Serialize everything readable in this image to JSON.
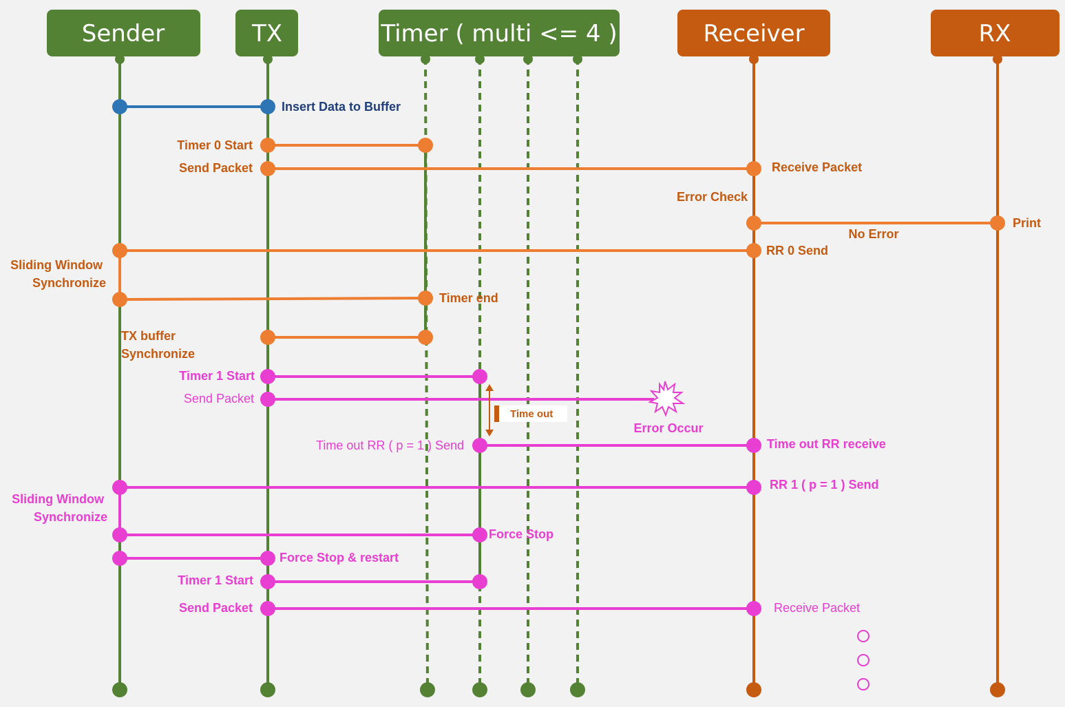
{
  "colors": {
    "background": "#f2f2f2",
    "green": "#548235",
    "dark_orange": "#c55a11",
    "orange": "#ed7d31",
    "blue": "#2e75b6",
    "magenta": "#e83ed1",
    "blue_text": "#1f3f7a",
    "orange_text": "#c55a11",
    "magenta_text": "#e83ed1"
  },
  "headers": {
    "sender": "Sender",
    "tx": "TX",
    "timer": "Timer ( multi <= 4 )",
    "receiver": "Receiver",
    "rx": "RX"
  },
  "labels": {
    "insert_data": "Insert Data to Buffer",
    "timer0_start": "Timer 0 Start",
    "send_packet_1": "Send Packet",
    "receive_packet_1": "Receive Packet",
    "error_check": "Error Check",
    "print": "Print",
    "no_error": "No Error",
    "rr0_send": "RR 0 Send",
    "sliding_window_1_a": "Sliding Window",
    "sliding_window_1_b": "Synchronize",
    "timer_end": "Timer  end",
    "tx_buffer_a": "TX buffer",
    "tx_buffer_b": "Synchronize",
    "timer1_start_1": "Timer 1 Start",
    "send_packet_2": "Send Packet",
    "time_out": "Time out",
    "error_occur": "Error Occur",
    "timeout_rr_send_a": "Time out RR ( p = 1 ) Send",
    "timeout_rr_receive": "Time out RR receive",
    "rr1_send": "RR 1 ( p = 1 ) Send",
    "sliding_window_2_a": "Sliding Window",
    "sliding_window_2_b": "Synchronize",
    "force_stop": "Force  Stop",
    "force_stop_restart": "Force  Stop & restart",
    "timer1_start_2": "Timer 1 Start",
    "send_packet_3": "Send Packet",
    "receive_packet_2": "Receive Packet"
  }
}
